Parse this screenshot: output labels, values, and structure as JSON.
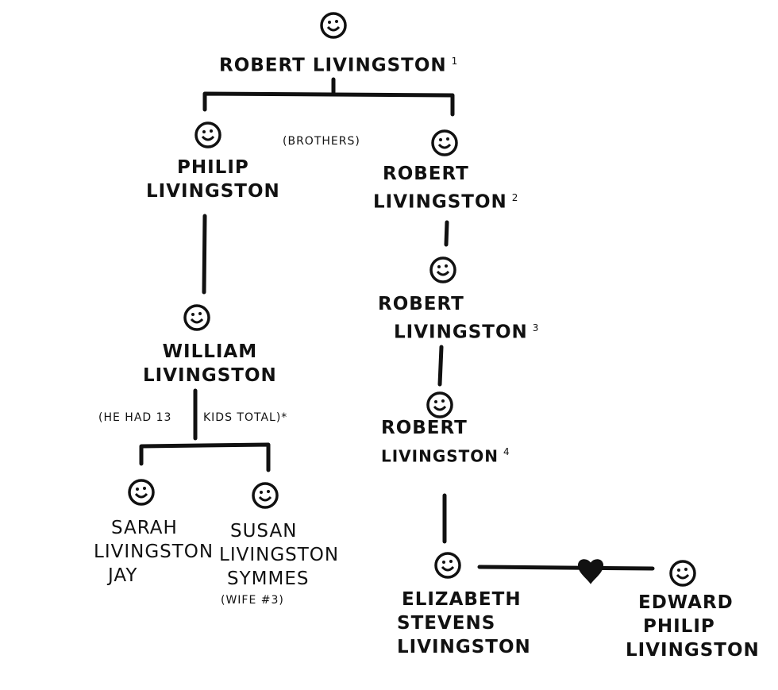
{
  "people": [
    {
      "id": "robert1",
      "lines": [
        "ROBERT LIVINGSTON"
      ],
      "superscript": "1"
    },
    {
      "id": "philip",
      "lines": [
        "PHILIP",
        "LIVINGSTON"
      ],
      "superscript": ""
    },
    {
      "id": "robert2",
      "lines": [
        "ROBERT",
        "LIVINGSTON"
      ],
      "superscript": "2"
    },
    {
      "id": "robert3",
      "lines": [
        "ROBERT",
        "LIVINGSTON"
      ],
      "superscript": "3"
    },
    {
      "id": "robert4",
      "lines": [
        "ROBERT",
        "LIVINGSTON"
      ],
      "superscript": "4"
    },
    {
      "id": "william",
      "lines": [
        "WILLIAM",
        "LIVINGSTON"
      ],
      "superscript": ""
    },
    {
      "id": "sarah",
      "lines": [
        "SARAH",
        "LIVINGSTON",
        "JAY"
      ],
      "superscript": ""
    },
    {
      "id": "susan",
      "lines": [
        "SUSAN",
        "LIVINGSTON",
        "SYMMES"
      ],
      "superscript": ""
    },
    {
      "id": "elizabeth",
      "lines": [
        "ELIZABETH",
        "STEVENS",
        "LIVINGSTON"
      ],
      "superscript": ""
    },
    {
      "id": "edward",
      "lines": [
        "EDWARD",
        "PHILIP",
        "LIVINGSTON"
      ],
      "superscript": ""
    }
  ],
  "notes": {
    "brothers": "(BROTHERS)",
    "kids_left": "(HE HAD 13",
    "kids_right": "KIDS TOTAL)*",
    "wife": "(WIFE #3)"
  },
  "relations": [
    {
      "type": "parent-child",
      "from": "robert1",
      "to": [
        "philip",
        "robert2"
      ]
    },
    {
      "type": "siblings",
      "members": [
        "philip",
        "robert2"
      ],
      "label": "(BROTHERS)"
    },
    {
      "type": "parent-child",
      "from": "philip",
      "to": [
        "william"
      ]
    },
    {
      "type": "parent-child",
      "from": "robert2",
      "to": [
        "robert3"
      ]
    },
    {
      "type": "parent-child",
      "from": "robert3",
      "to": [
        "robert4"
      ]
    },
    {
      "type": "parent-child",
      "from": "william",
      "to": [
        "sarah",
        "susan"
      ]
    },
    {
      "type": "parent-child",
      "from": "robert4",
      "to": [
        "elizabeth"
      ]
    },
    {
      "type": "marriage",
      "members": [
        "elizabeth",
        "edward"
      ],
      "icon": "heart-icon"
    }
  ]
}
